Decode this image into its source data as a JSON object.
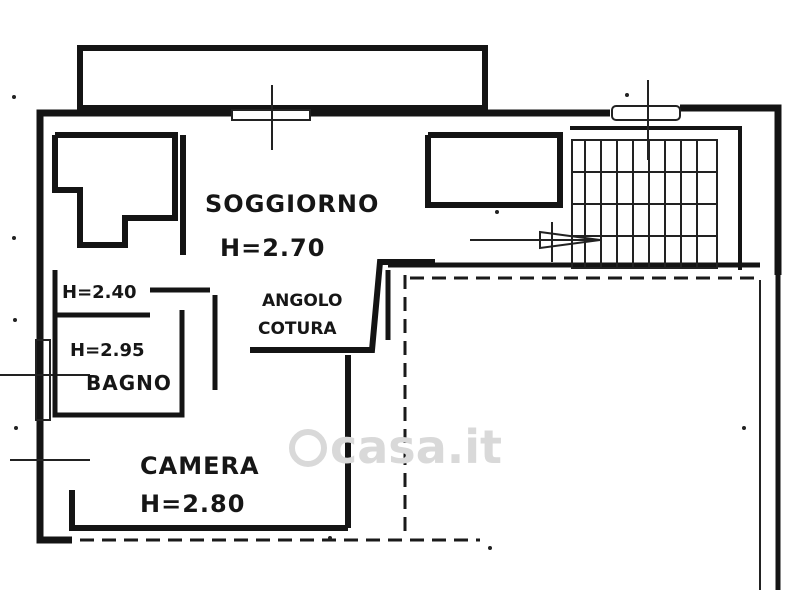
{
  "rooms": {
    "soggiorno": {
      "name": "SOGGIORNO",
      "height": "H=2.70"
    },
    "angolo": {
      "line1": "ANGOLO",
      "line2": "COTURA"
    },
    "ripostiglio": {
      "height": "H=2.40"
    },
    "bagno": {
      "name": "BAGNO",
      "height": "H=2.95"
    },
    "camera": {
      "name": "CAMERA",
      "height": "H=2.80"
    }
  },
  "watermark": {
    "text": "casa.it"
  },
  "colors": {
    "ink": "#141414",
    "paper": "#ffffff",
    "watermark": "#d9d9d9"
  }
}
